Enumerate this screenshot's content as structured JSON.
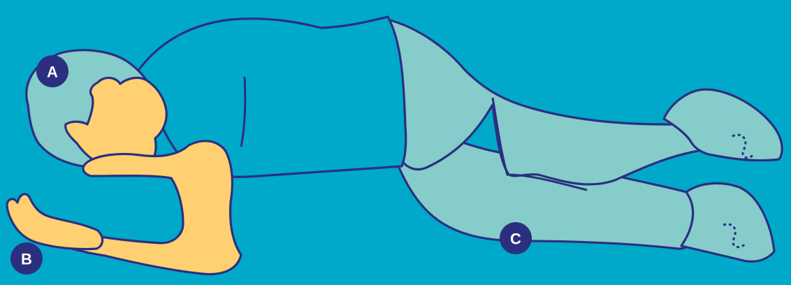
{
  "markers": [
    {
      "id": "A",
      "label": "A"
    },
    {
      "id": "B",
      "label": "B"
    },
    {
      "id": "C",
      "label": "C"
    }
  ],
  "colors": {
    "background": "#00A9C9",
    "skin": "#FFD071",
    "clothing": "#85CCCB",
    "outline": "#2C2F7F",
    "marker": "#2C2F7F",
    "marker_text": "#FFFFFF"
  }
}
